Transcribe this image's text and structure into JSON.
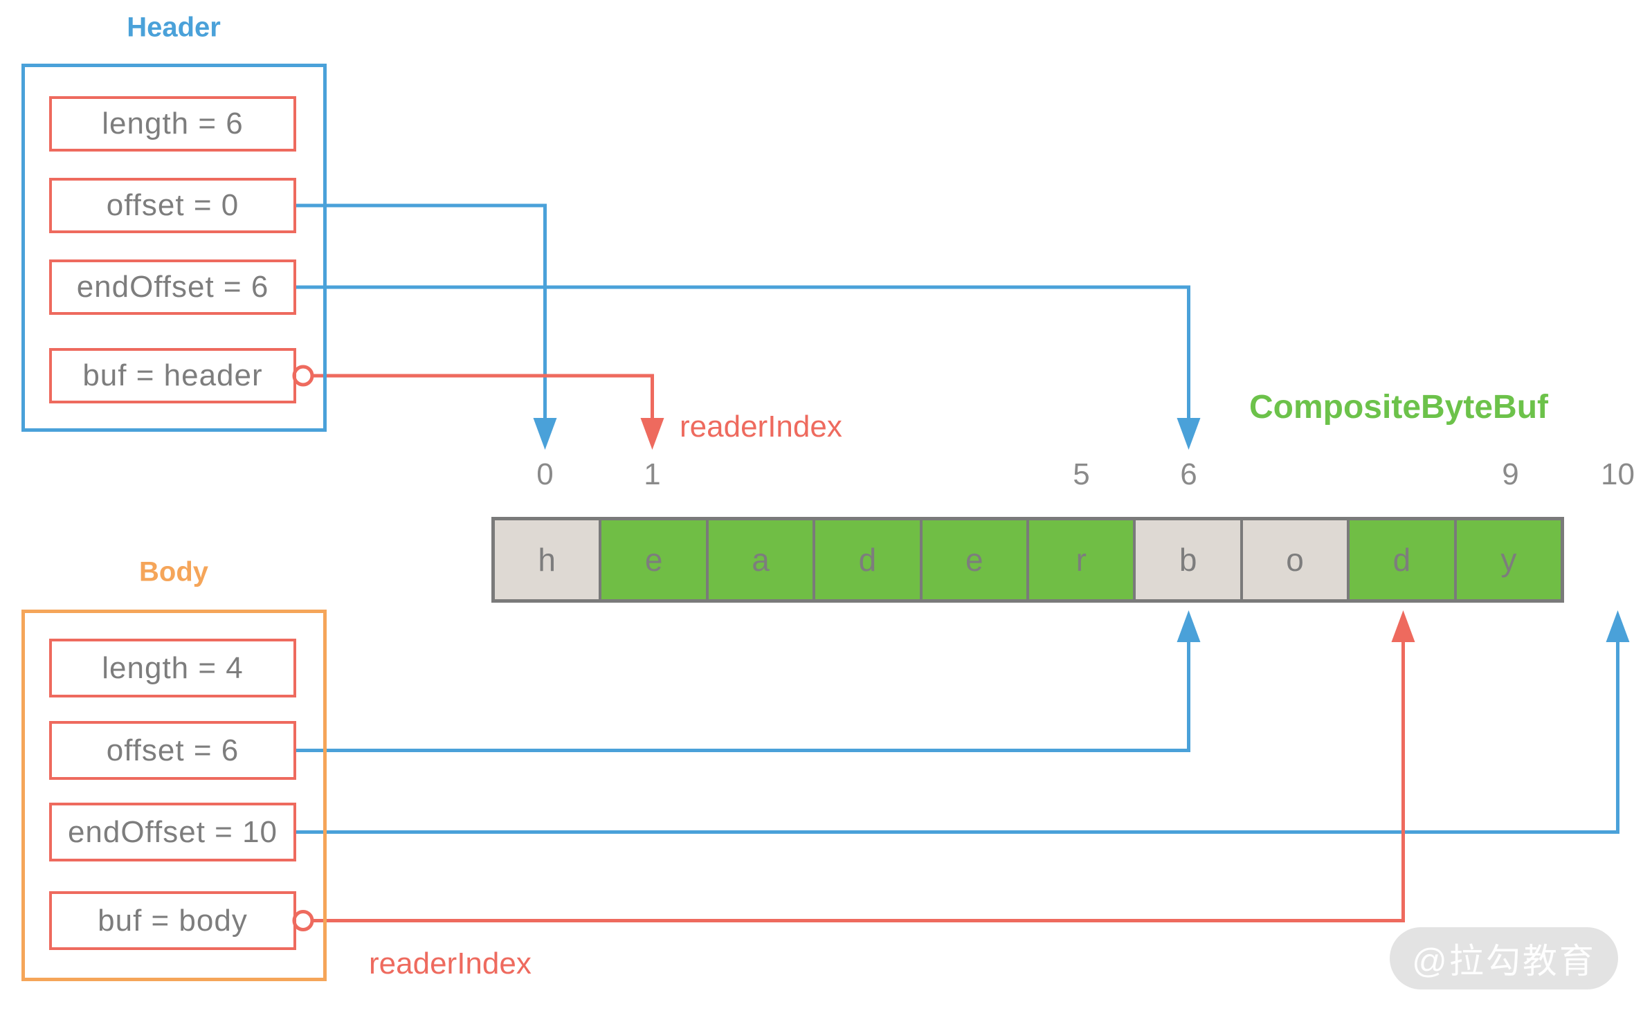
{
  "colors": {
    "blue": "#4aa1d9",
    "red": "#ee6a5e",
    "orange": "#f5a559",
    "green_label": "#6cc24a",
    "cell_green": "#70be45",
    "cell_gray": "#ded9d3",
    "cell_border": "#7a7a7a",
    "text_gray": "#7d7d7d",
    "index_gray": "#8a8a8a",
    "watermark_bg": "rgba(200,200,200,0.5)",
    "watermark_text": "rgba(255,255,255,0.95)"
  },
  "header_panel": {
    "title": "Header",
    "fields": [
      {
        "key": "length",
        "label": "length = 6"
      },
      {
        "key": "offset",
        "label": "offset = 0"
      },
      {
        "key": "endOffset",
        "label": "endOffset = 6"
      },
      {
        "key": "buf",
        "label": "buf = header"
      }
    ]
  },
  "body_panel": {
    "title": "Body",
    "fields": [
      {
        "key": "length",
        "label": "length = 4"
      },
      {
        "key": "offset",
        "label": "offset = 6"
      },
      {
        "key": "endOffset",
        "label": "endOffset = 10"
      },
      {
        "key": "buf",
        "label": "buf = body"
      }
    ]
  },
  "byte_array": {
    "cells": [
      {
        "char": "h",
        "color_key": "gray"
      },
      {
        "char": "e",
        "color_key": "green"
      },
      {
        "char": "a",
        "color_key": "green"
      },
      {
        "char": "d",
        "color_key": "green"
      },
      {
        "char": "e",
        "color_key": "green"
      },
      {
        "char": "r",
        "color_key": "green"
      },
      {
        "char": "b",
        "color_key": "gray"
      },
      {
        "char": "o",
        "color_key": "gray"
      },
      {
        "char": "d",
        "color_key": "green"
      },
      {
        "char": "y",
        "color_key": "green"
      }
    ]
  },
  "index_labels": [
    {
      "text": "0",
      "cell": 0
    },
    {
      "text": "1",
      "cell": 1
    },
    {
      "text": "5",
      "cell": 5
    },
    {
      "text": "6",
      "cell": 6
    },
    {
      "text": "9",
      "cell": 9
    },
    {
      "text": "10",
      "cell": 10
    }
  ],
  "connections": [
    {
      "id": "header-offset-to-0",
      "panel": "header",
      "field": 1,
      "color": "blue",
      "cell": 0,
      "dir": "down",
      "circle": false
    },
    {
      "id": "header-endoffset-to-6",
      "panel": "header",
      "field": 2,
      "color": "blue",
      "cell": 6,
      "dir": "down",
      "circle": false
    },
    {
      "id": "body-offset-to-6",
      "panel": "body",
      "field": 1,
      "color": "blue",
      "cell": 6,
      "dir": "up",
      "circle": false
    },
    {
      "id": "body-endoffset-to-10",
      "panel": "body",
      "field": 2,
      "color": "blue",
      "cell": 10,
      "dir": "up",
      "circle": false
    },
    {
      "id": "header-buf-readerindex-to-1",
      "panel": "header",
      "field": 3,
      "color": "red",
      "cell": 1,
      "dir": "down",
      "circle": true
    },
    {
      "id": "body-buf-readerindex-to-8",
      "panel": "body",
      "field": 3,
      "color": "red",
      "cell": 8,
      "dir": "up",
      "circle": true
    }
  ],
  "annotations": {
    "reader_index_top": "readerIndex",
    "reader_index_bottom": "readerIndex",
    "composite_label": "CompositeByteBuf"
  },
  "watermark": {
    "text": "@拉勾教育"
  }
}
